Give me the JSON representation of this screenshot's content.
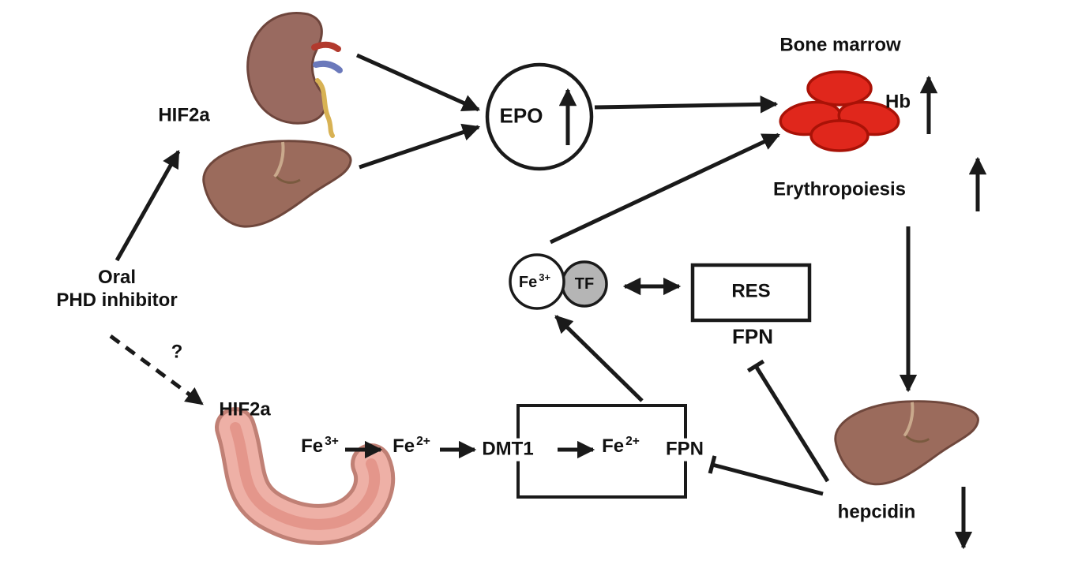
{
  "labels": {
    "hif2a_top": "HIF2a",
    "oral_line1": "Oral",
    "oral_line2": "PHD inhibitor",
    "question": "?",
    "hif2a_bottom": "HIF2a",
    "epo": "EPO",
    "bone_marrow": "Bone marrow",
    "hb": "Hb",
    "erythropoiesis": "Erythropoiesis",
    "fe": "Fe",
    "sup3": "3+",
    "sup2": "2+",
    "dmt1": "DMT1",
    "fpn": "FPN",
    "tf": "TF",
    "res": "RES",
    "hepcidin": "hepcidin"
  },
  "colors": {
    "arrow": "#1a1a1a",
    "text": "#111111",
    "liver": "#9b6b5c",
    "kidney": "#996a60",
    "red_blood_cell": "#e0271c",
    "rbc_outline": "#a91207",
    "tf_fill": "#b5b5b5",
    "intestine": "#eeb0a6",
    "ureter": "#d8b254",
    "artery": "#b23a2e",
    "vein": "#6b79bb"
  }
}
